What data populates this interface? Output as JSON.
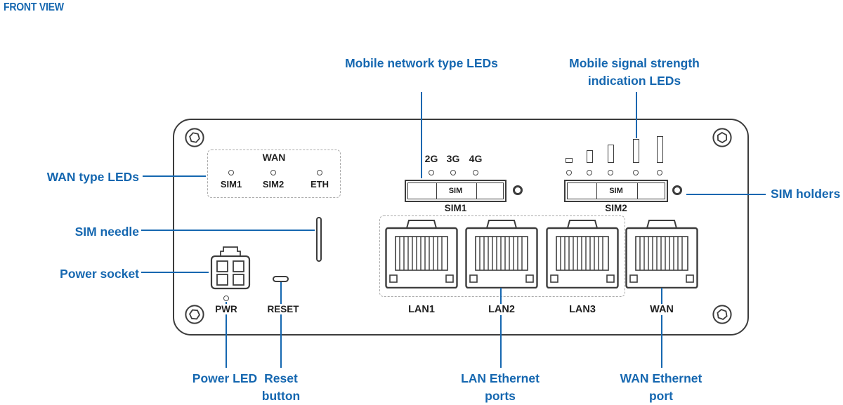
{
  "title": "FRONT VIEW",
  "colors": {
    "accent": "#1567b0",
    "outline": "#3c3c3c"
  },
  "callouts": {
    "mobile_network_type": "Mobile network type LEDs",
    "mobile_signal_strength": "Mobile signal strength indication LEDs",
    "wan_type_leds": "WAN type LEDs",
    "sim_needle": "SIM needle",
    "power_socket": "Power socket",
    "sim_holders": "SIM holders",
    "power_led": "Power LED",
    "reset_button": "Reset button",
    "lan_ethernet_ports": "LAN Ethernet ports",
    "wan_ethernet_port": "WAN Ethernet port"
  },
  "device": {
    "wan_led_group": {
      "title": "WAN",
      "leds": [
        {
          "label": "SIM1"
        },
        {
          "label": "SIM2"
        },
        {
          "label": "ETH"
        }
      ]
    },
    "network_type_leds": [
      {
        "label": "2G"
      },
      {
        "label": "3G"
      },
      {
        "label": "4G"
      }
    ],
    "sim_slots": [
      {
        "slot_label": "SIM",
        "name": "SIM1"
      },
      {
        "slot_label": "SIM",
        "name": "SIM2"
      }
    ],
    "ethernet_ports": [
      {
        "label": "LAN1"
      },
      {
        "label": "LAN2"
      },
      {
        "label": "LAN3"
      },
      {
        "label": "WAN"
      }
    ],
    "power_led_label": "PWR",
    "reset_label": "RESET"
  }
}
